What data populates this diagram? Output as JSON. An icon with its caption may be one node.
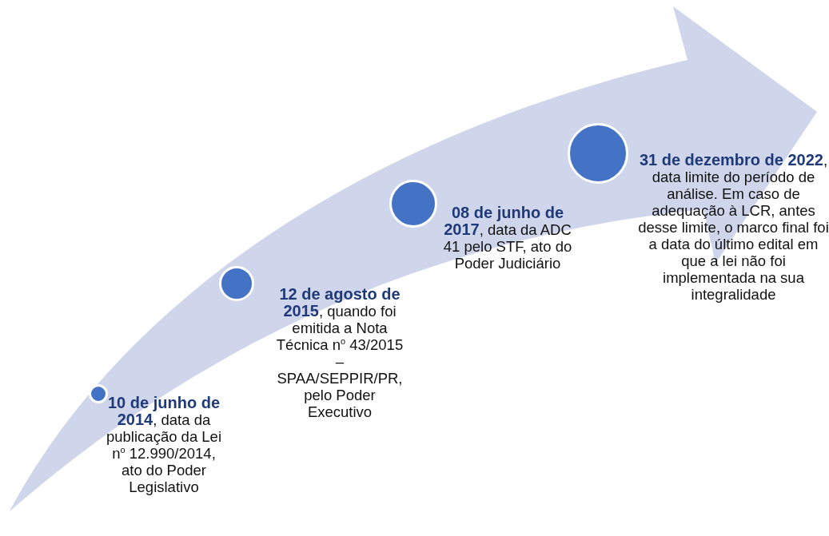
{
  "diagram": {
    "nodes": [
      {
        "text": [],
        "shape": "circle",
        "beside": [
          "**10 de junho de 2014**, data da publicação da Lei n$^{o}$ 12.990/2014, ato do Poder Legislativo"
        ]
      },
      {
        "text": [],
        "shape": "circle",
        "beside": [
          "**12 de agosto de 2015**, quando foi emitida a Nota Técnica n$^{o}$ 43/2015 – SPAA/SEPPIR/PR, pelo Poder Executivo"
        ]
      },
      {
        "text": [],
        "shape": "circle",
        "beside": [
          "**08 de junho de 2017**, data da ADC 41 pelo STF, ato do Poder Judiciário"
        ]
      },
      {
        "text": [],
        "shape": "circle",
        "beside": [
          "**31 de dezembro de 2022**, data limite do período de análise. Em caso de adequação à LCR, antes desse limite, o marco final foi a data do último edital em que a lei não foi implementada na sua integralidade"
        ]
      }
    ]
  }
}
